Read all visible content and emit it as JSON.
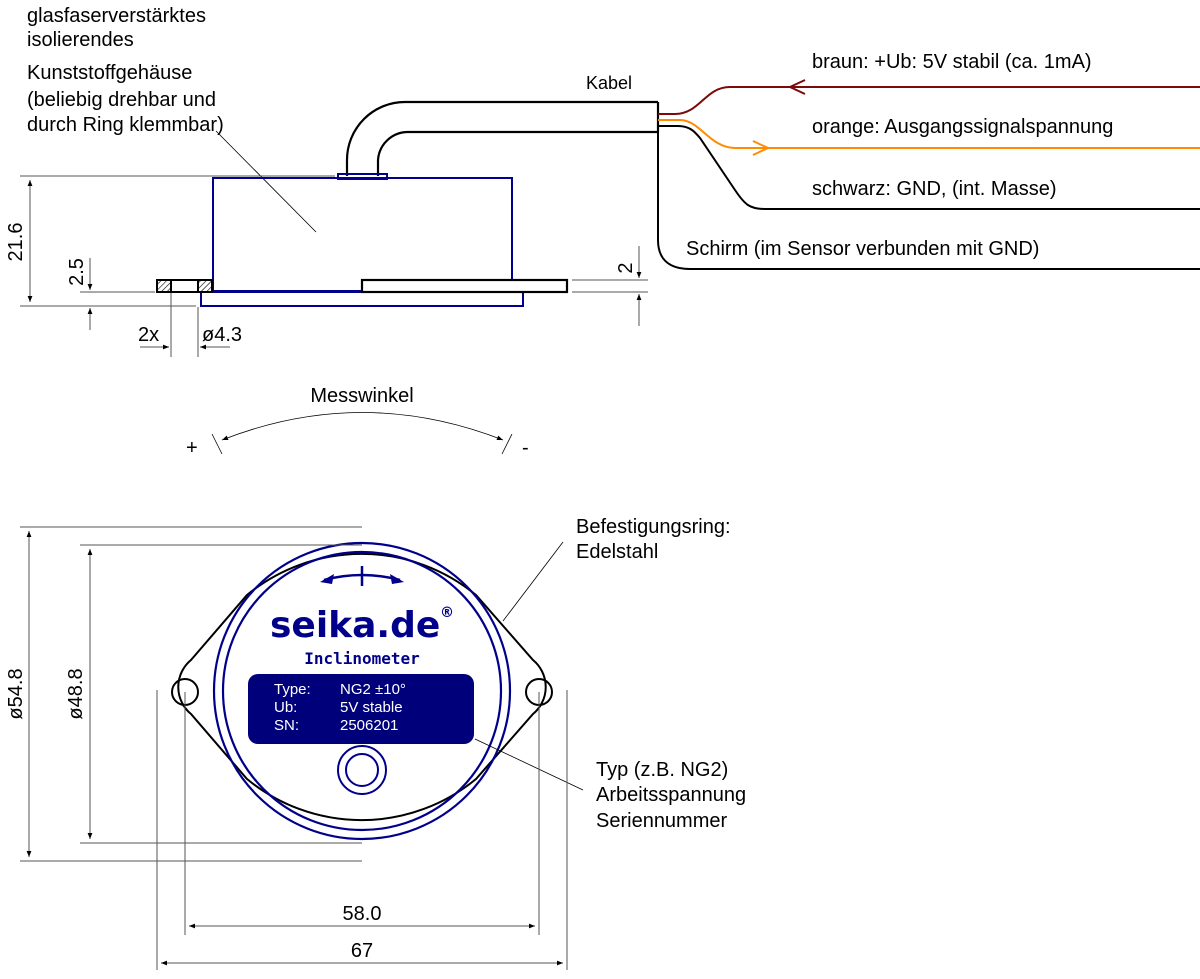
{
  "colors": {
    "housing_blue": "#00008b",
    "wire_brown": "#7b0a0a",
    "wire_orange": "#ff8c00",
    "wire_black": "#000000",
    "label_plate": "#00007a"
  },
  "side_view": {
    "housing_note": [
      "glasfaserverstärktes",
      "isolierendes",
      "Kunststoffgehäuse",
      "(beliebig drehbar und",
      "durch Ring klemmbar)"
    ],
    "cable_label": "Kabel",
    "wires": [
      {
        "label": "braun: +Ub: 5V stabil (ca. 1mA)",
        "color": "brown",
        "direction": "in"
      },
      {
        "label": "orange: Ausgangssignalspannung",
        "color": "orange",
        "direction": "out"
      },
      {
        "label": "schwarz: GND, (int. Masse)",
        "color": "black",
        "direction": "none"
      },
      {
        "label": "Schirm (im Sensor verbunden mit GND)",
        "color": "black",
        "direction": "none"
      }
    ],
    "dimensions": {
      "height": "21.6",
      "flange_thickness": "2.5",
      "ring_thickness": "2",
      "hole_count": "2x",
      "hole_diameter": "ø4.3"
    }
  },
  "angle": {
    "label": "Messwinkel",
    "plus": "+",
    "minus": "-"
  },
  "top_view": {
    "brand": "seika.de",
    "registered": "®",
    "product": "Inclinometer",
    "plate": [
      {
        "key": "Type:",
        "value": "NG2 ±10°"
      },
      {
        "key": "Ub:",
        "value": "5V stable"
      },
      {
        "key": "SN:",
        "value": "2506201"
      }
    ],
    "ring_note": [
      "Befestigungsring:",
      "Edelstahl"
    ],
    "plate_note": [
      "Typ (z.B. NG2)",
      "Arbeitsspannung",
      "Seriennummer"
    ],
    "dimensions": {
      "outer_diameter": "ø54.8",
      "inner_diameter": "ø48.8",
      "hole_spacing": "58.0",
      "overall_width": "67"
    }
  }
}
